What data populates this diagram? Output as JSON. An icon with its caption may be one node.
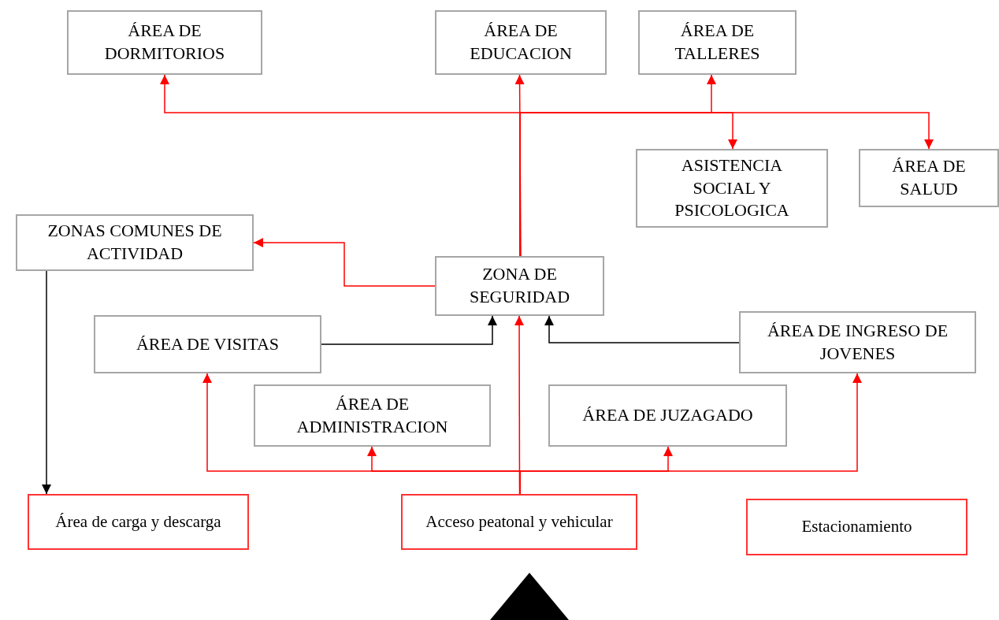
{
  "diagram": {
    "nodes": [
      {
        "text": [
          "ÁREA DE DORMITORIOS"
        ]
      },
      {
        "text": [
          "ÁREA DE EDUCACION"
        ]
      },
      {
        "text": [
          "ÁREA DE TALLERES"
        ]
      },
      {
        "text": [
          "ASISTENCIA SOCIAL Y PSICOLOGICA"
        ]
      },
      {
        "text": [
          "ÁREA DE SALUD"
        ]
      },
      {
        "text": [
          "ZONAS COMUNES DE ACTIVIDAD"
        ]
      },
      {
        "text": [
          "ZONA DE SEGURIDAD"
        ]
      },
      {
        "text": [
          "ÁREA DE VISITAS"
        ]
      },
      {
        "text": [
          "ÁREA DE INGRESO DE JOVENES"
        ]
      },
      {
        "text": [
          "ÁREA DE ADMINISTRACION"
        ]
      },
      {
        "text": [
          "ÁREA DE JUZAGADO"
        ]
      },
      {
        "text": [
          "Área de carga y descarga"
        ]
      },
      {
        "text": [
          "Acceso peatonal y vehicular"
        ]
      },
      {
        "text": [
          "Estacionamiento"
        ]
      },
      {
        "text": [],
        "shape": "triangle"
      }
    ],
    "edges": [
      {
        "from": 6,
        "to": 0,
        "arrow": "to"
      },
      {
        "from": 6,
        "to": 1,
        "arrow": "to"
      },
      {
        "from": 6,
        "to": 2,
        "arrow": "to"
      },
      {
        "from": 6,
        "to": 3,
        "arrow": "to"
      },
      {
        "from": 6,
        "to": 4,
        "arrow": "to"
      },
      {
        "from": 6,
        "to": 5,
        "arrow": "to"
      },
      {
        "from": 7,
        "to": 6,
        "arrow": "to",
        "color": "#000000"
      },
      {
        "from": 8,
        "to": 6,
        "arrow": "to",
        "color": "#000000"
      },
      {
        "from": 12,
        "to": 6,
        "arrow": "to"
      },
      {
        "from": 12,
        "to": 7,
        "arrow": "to"
      },
      {
        "from": 12,
        "to": 9,
        "arrow": "to"
      },
      {
        "from": 12,
        "to": 10,
        "arrow": "to"
      },
      {
        "from": 12,
        "to": 8,
        "arrow": "to"
      },
      {
        "from": 5,
        "to": 11,
        "arrow": "to",
        "color": "#000000"
      }
    ]
  }
}
